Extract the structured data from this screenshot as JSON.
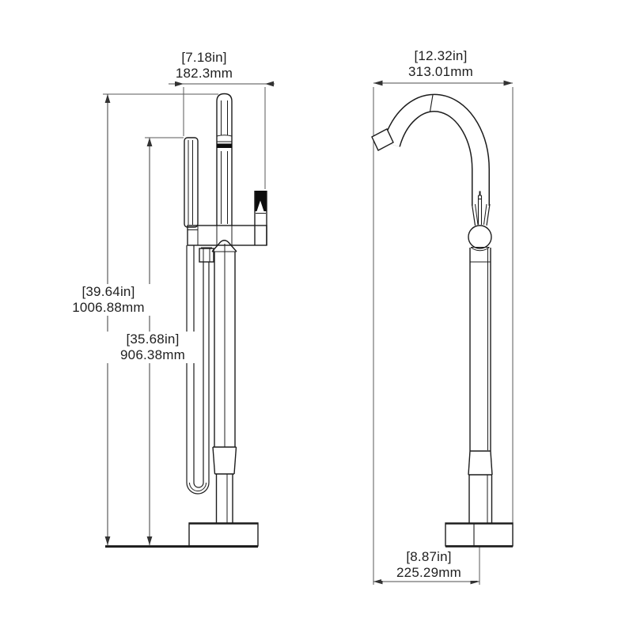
{
  "dimensions": {
    "front_width": {
      "inches": "[7.18in]",
      "mm": "182.3mm"
    },
    "side_width": {
      "inches": "[12.32in]",
      "mm": "313.01mm"
    },
    "overall_height": {
      "inches": "[39.64in]",
      "mm": "1006.88mm"
    },
    "hand_shower_height": {
      "inches": "[35.68in]",
      "mm": "906.38mm"
    },
    "spout_reach": {
      "inches": "[8.87in]",
      "mm": "225.29mm"
    }
  },
  "colors": {
    "object_line": "#1c1c1c",
    "dimension_line": "#4d4d4d",
    "text": "#1f1f1f",
    "background": "#ffffff",
    "solid_fill": "#0d0d0d"
  }
}
